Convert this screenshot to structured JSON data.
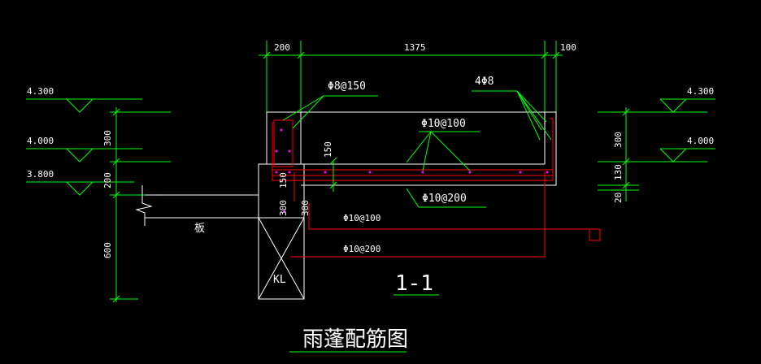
{
  "colors": {
    "background": "#000000",
    "dimension": "#00ff00",
    "outline": "#ffffff",
    "rebar": "#ff0000",
    "dot": "#ff00ff"
  },
  "dimensions": {
    "width_200": "200",
    "width_1375": "1375",
    "width_100": "100",
    "left_300": "300",
    "left_200": "200",
    "left_600": "600",
    "right_300": "300",
    "right_130": "130",
    "right_20": "20",
    "dim_150_upper": "150",
    "dim_150_lower": "150",
    "dim_300_a": "300",
    "dim_300_b": "300"
  },
  "elevations": {
    "left": [
      "4.300",
      "4.000",
      "3.800"
    ],
    "right": [
      "4.300",
      "4.000"
    ]
  },
  "rebar_labels": {
    "phi8_150": "Φ8@150",
    "four_phi8": "4Φ8",
    "phi10_100_top": "Φ10@100",
    "phi10_200_top": "Φ10@200",
    "phi10_100_mid": "Φ10@100",
    "phi10_200_mid": "Φ10@200"
  },
  "labels": {
    "slab": "板",
    "beam": "KL",
    "section": "1-1",
    "caption": "雨蓬配筋图"
  }
}
